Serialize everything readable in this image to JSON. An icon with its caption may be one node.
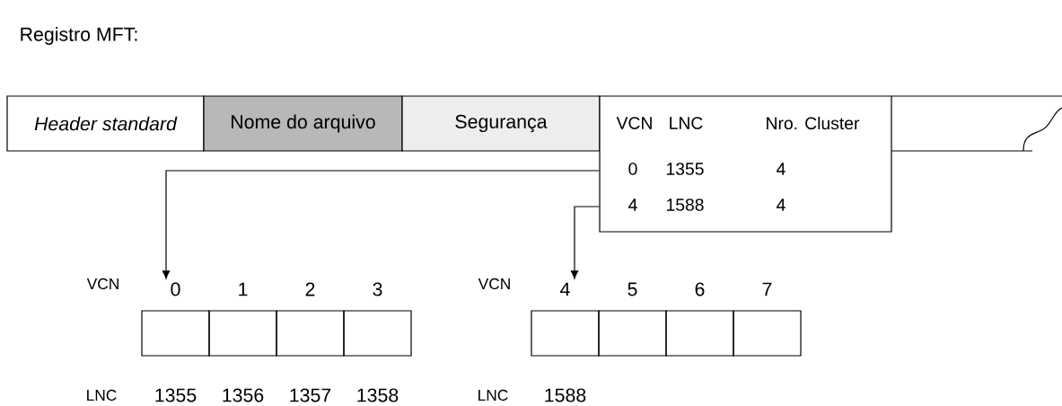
{
  "diagram": {
    "nodes": [
      {
        "text": [
          "Header standard"
        ]
      },
      {
        "text": [
          "Nome do arquivo"
        ]
      },
      {
        "text": [
          "Segurança"
        ]
      },
      {
        "text": [
          "VCN",
          "LNC",
          "Nro. Cluster",
          "0",
          "1355",
          "4",
          "4",
          "1588",
          "4"
        ]
      },
      {
        "text": [],
        "shape": "box",
        "beside": [
          "0",
          "1355"
        ]
      },
      {
        "text": [],
        "shape": "box",
        "beside": [
          "1",
          "1356"
        ]
      },
      {
        "text": [],
        "shape": "box",
        "beside": [
          "2",
          "1357"
        ]
      },
      {
        "text": [],
        "shape": "box",
        "beside": [
          "3",
          "1358"
        ]
      },
      {
        "text": [],
        "shape": "box",
        "beside": [
          "4",
          "1588"
        ]
      },
      {
        "text": [],
        "shape": "box",
        "beside": [
          "5"
        ]
      },
      {
        "text": [],
        "shape": "box",
        "beside": [
          "6"
        ]
      },
      {
        "text": [],
        "shape": "box",
        "beside": [
          "7"
        ]
      }
    ],
    "edges": [
      {
        "from": 3,
        "to": 4,
        "arrow": "to"
      },
      {
        "from": 3,
        "to": 8,
        "arrow": "to"
      }
    ],
    "labels": [
      "Registro MFT:",
      "VCN",
      "LNC",
      "VCN",
      "LNC"
    ]
  }
}
